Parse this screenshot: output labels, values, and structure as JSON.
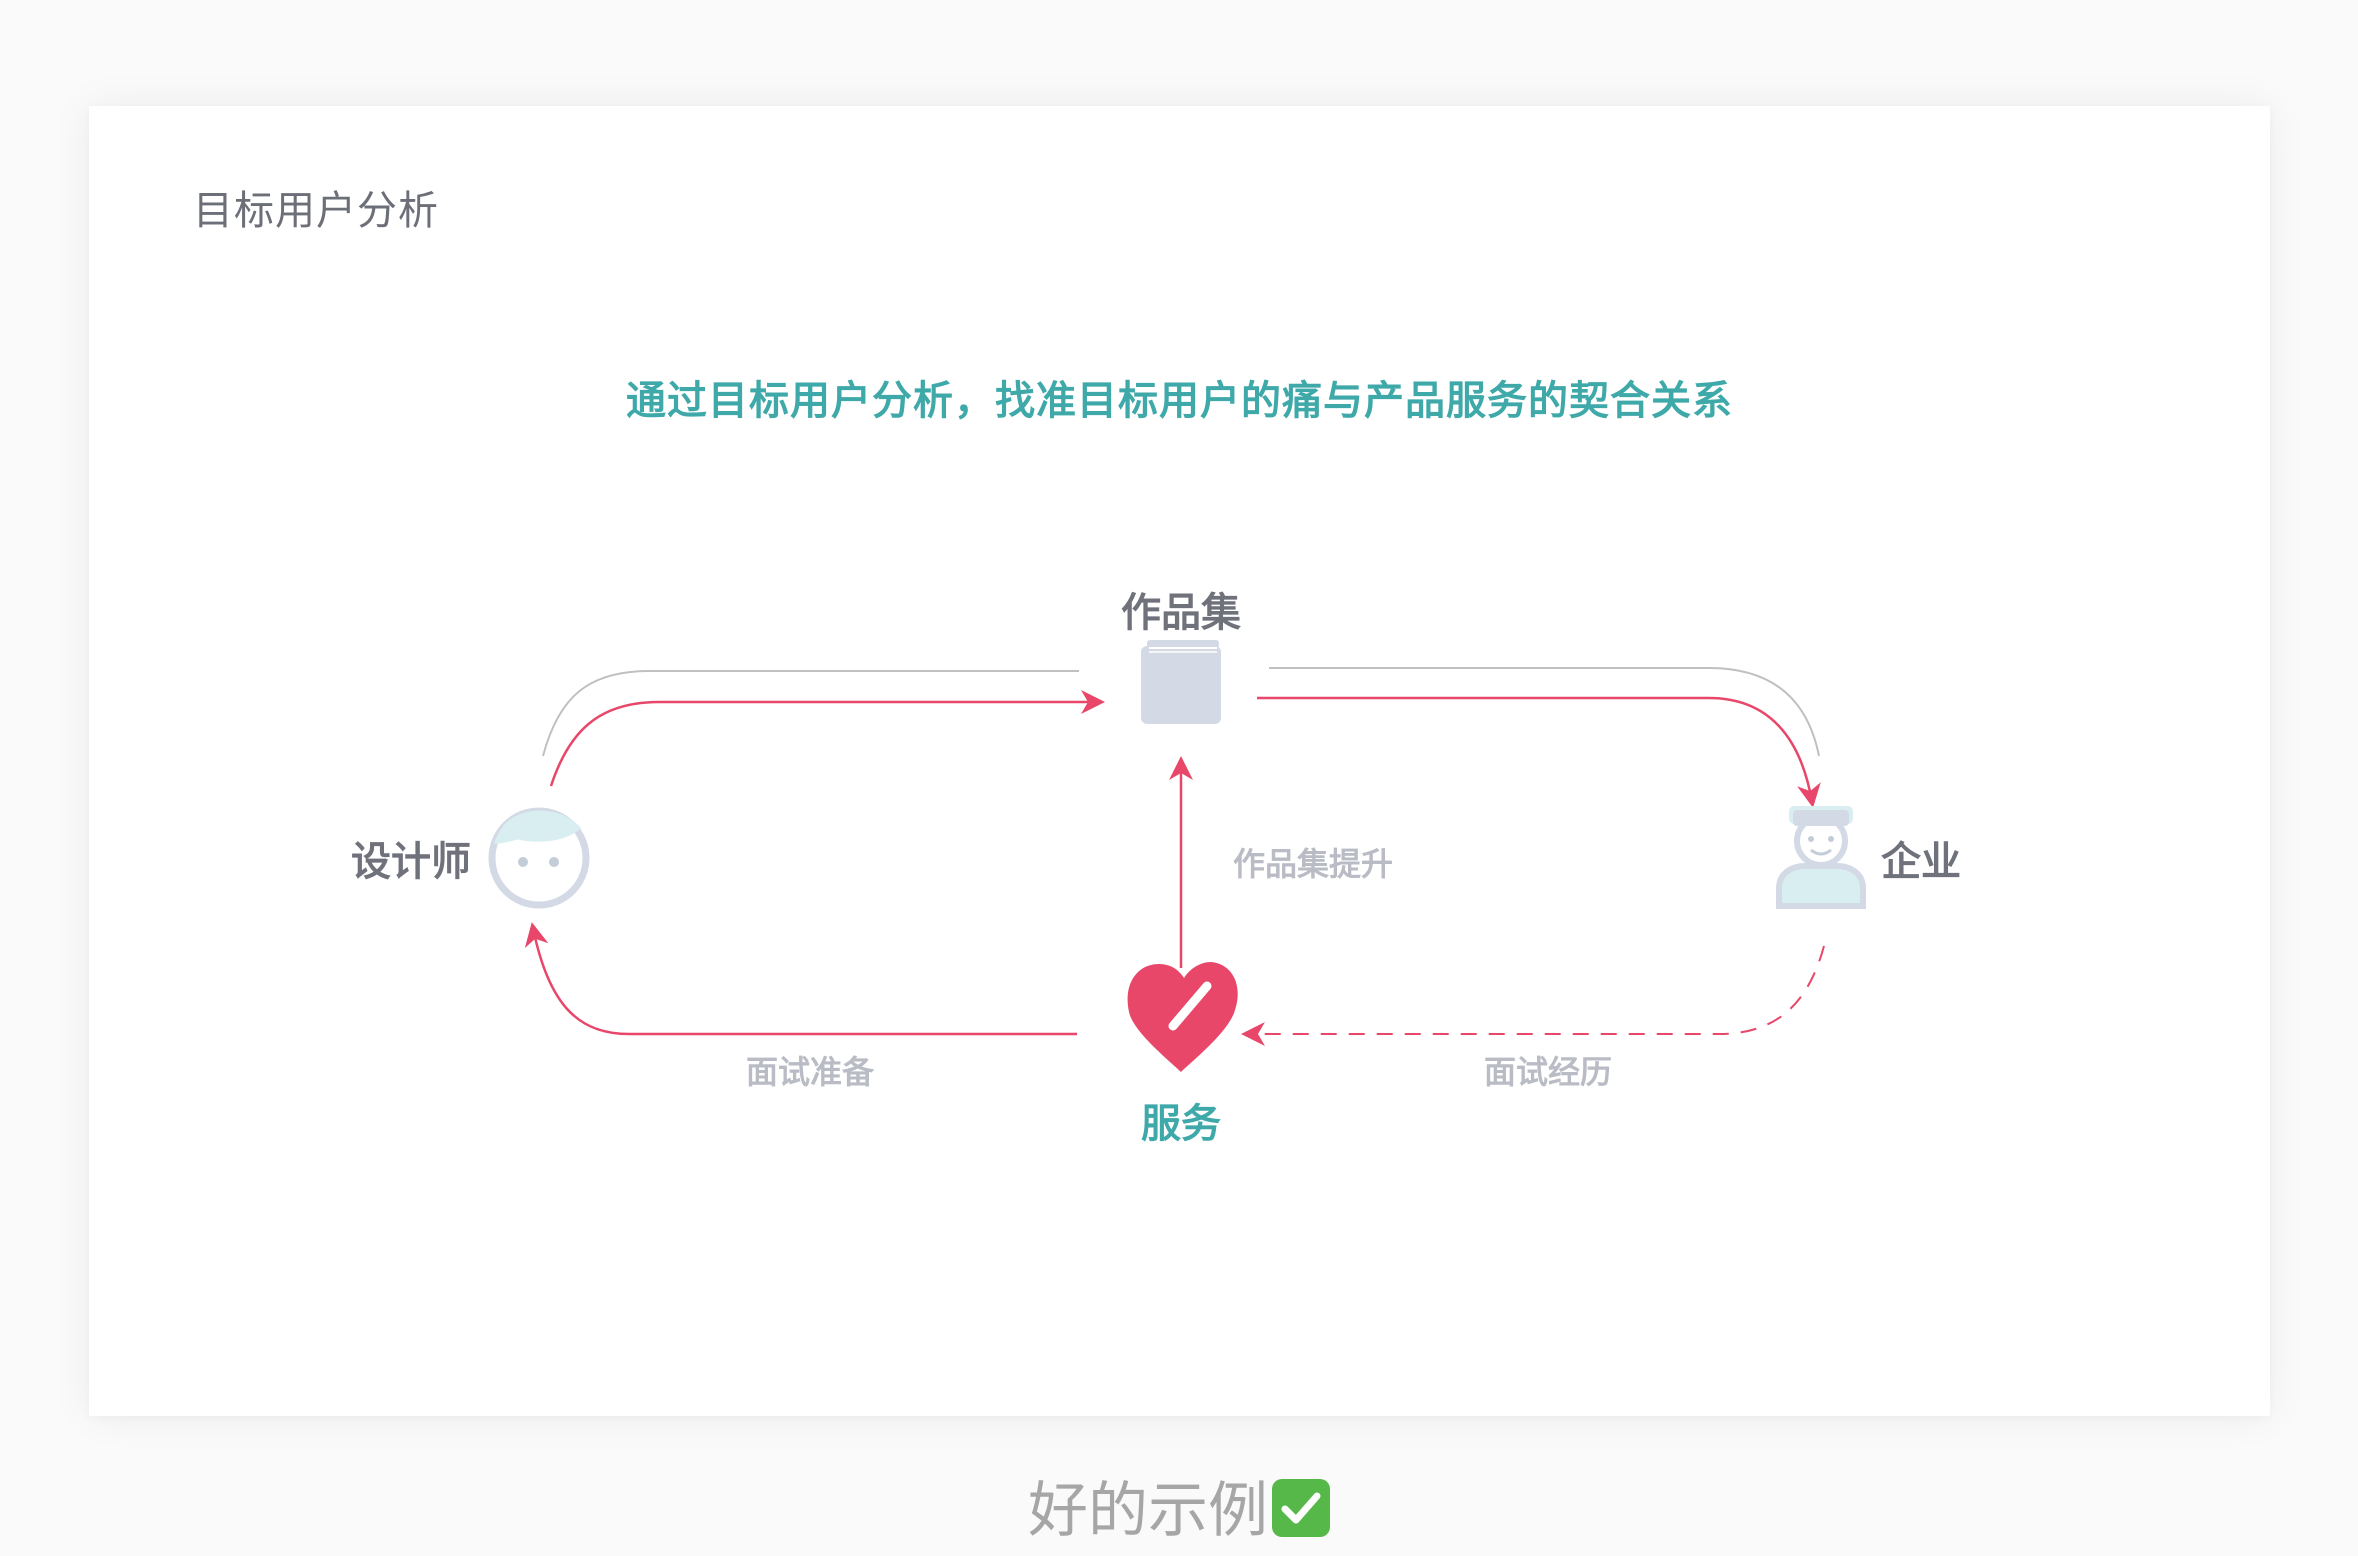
{
  "card": {
    "title": "目标用户分析",
    "headline": "通过目标用户分析，找准目标用户的痛与产品服务的契合关系"
  },
  "diagram": {
    "nodes": {
      "portfolio": {
        "label": "作品集",
        "icon": "book-icon"
      },
      "designer": {
        "label": "设计师",
        "icon": "face-icon"
      },
      "company": {
        "label": "企业",
        "icon": "person-icon"
      },
      "service": {
        "label": "服务",
        "icon": "heart-icon"
      }
    },
    "edges": {
      "portfolio_up": "作品集提升",
      "interview_prep": "面试准备",
      "interview_exp": "面试经历"
    },
    "colors": {
      "accent": "#e8476a",
      "teal": "#3fa9a9",
      "icon_gray": "#d3dae5",
      "line_gray": "#b8b8b8"
    }
  },
  "caption": {
    "text": "好的示例",
    "icon": "check-icon"
  }
}
